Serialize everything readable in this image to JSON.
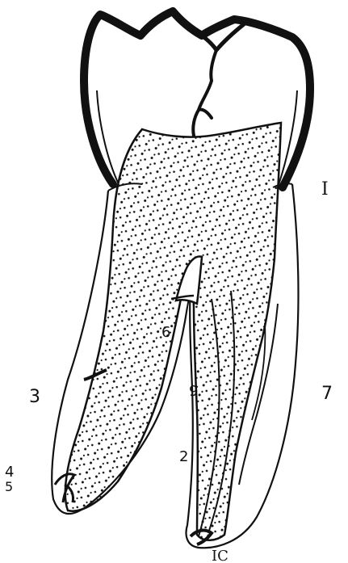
{
  "labels": {
    "roman_one": "I",
    "n2": "2",
    "n3": "3",
    "n4": "4",
    "n5": "5",
    "n6": "6",
    "n7": "7",
    "n9": "9",
    "bottom": "IC"
  },
  "colors": {
    "ink": "#111111",
    "paper": "#ffffff"
  }
}
